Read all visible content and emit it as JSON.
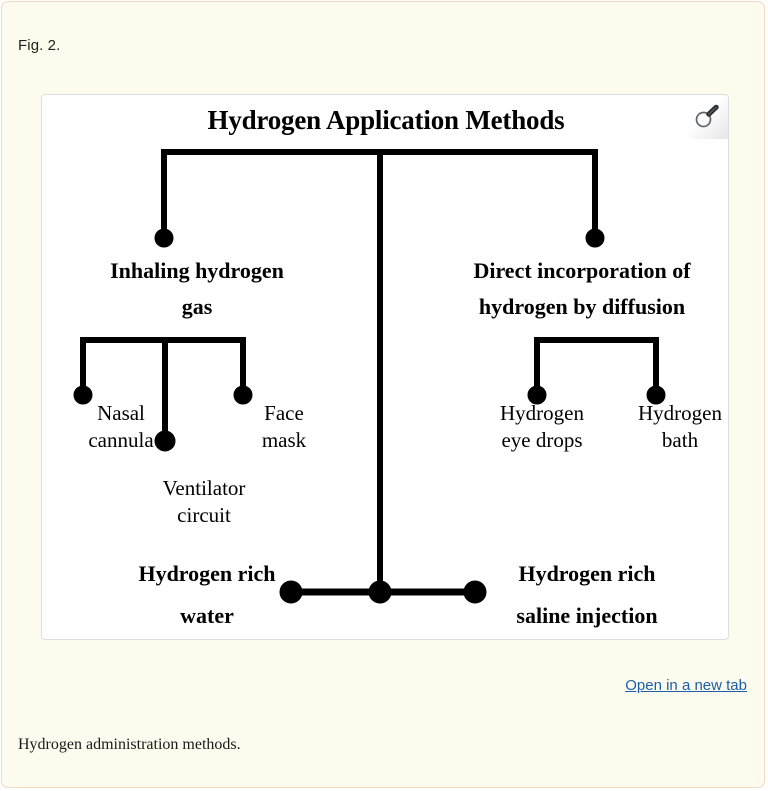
{
  "figure": {
    "label": "Fig. 2.",
    "caption": "Hydrogen administration methods.",
    "open_link_label": "Open in a new tab",
    "zoom_icon": "magnifier-icon"
  },
  "colors": {
    "page_background": "#fdfbed",
    "page_border": "#f2d9c4",
    "panel_background": "#ffffff",
    "panel_border": "#dedede",
    "diagram_ink": "#000000",
    "link": "#1b5fa8",
    "caption_text": "#1a1a1a"
  },
  "diagram": {
    "title": "Hydrogen Application Methods",
    "branches": {
      "left": {
        "label": "Inhaling hydrogen\ngas",
        "children": [
          {
            "label": "Nasal\ncannula"
          },
          {
            "label": "Ventilator\ncircuit"
          },
          {
            "label": "Face\nmask"
          }
        ]
      },
      "center": {
        "children": [
          {
            "label": "Hydrogen rich\nwater"
          },
          {
            "label": "Hydrogen rich\nsaline injection"
          }
        ]
      },
      "right": {
        "label": "Direct incorporation of\nhydrogen by diffusion",
        "children": [
          {
            "label": "Hydrogen\neye drops"
          },
          {
            "label": "Hydrogen\nbath"
          }
        ]
      }
    }
  }
}
